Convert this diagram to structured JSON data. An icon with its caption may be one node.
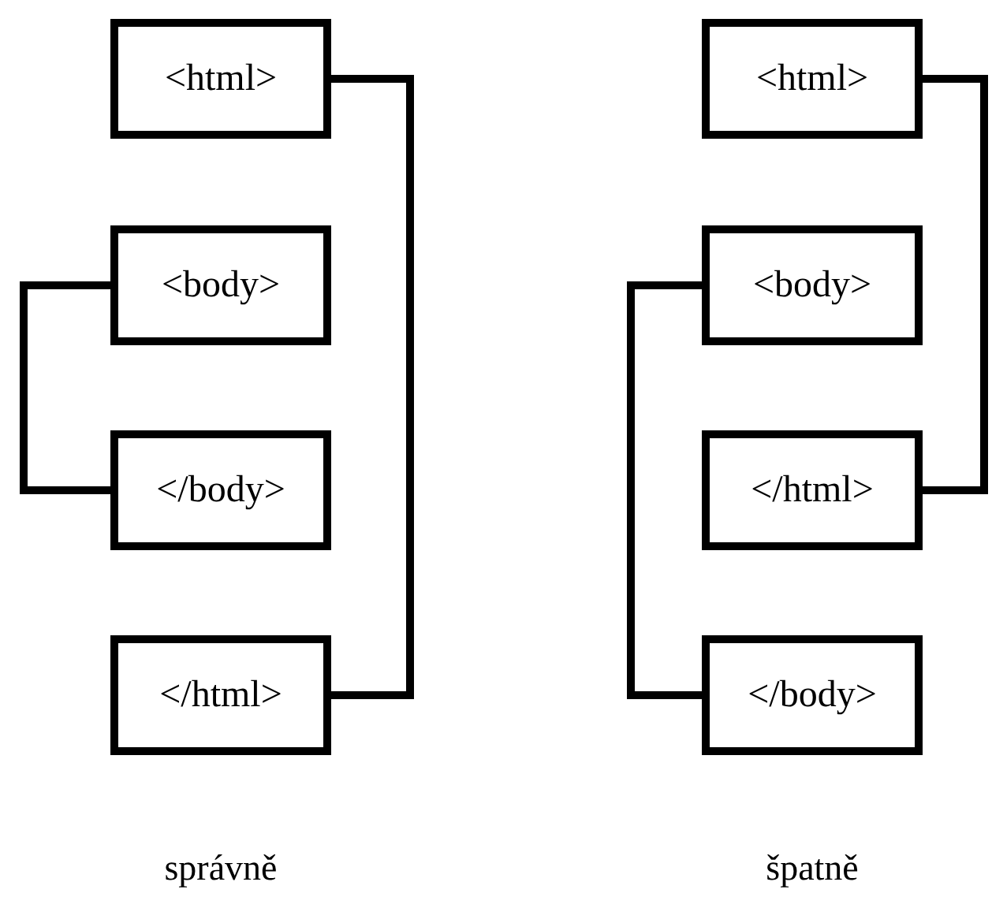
{
  "diagram": {
    "nodes": [
      {
        "text": [
          "<html>"
        ]
      },
      {
        "text": [
          "<body>"
        ]
      },
      {
        "text": [
          "</body>"
        ]
      },
      {
        "text": [
          "</html>"
        ]
      },
      {
        "text": [
          "<html>"
        ]
      },
      {
        "text": [
          "<body>"
        ]
      },
      {
        "text": [
          "</html>"
        ]
      },
      {
        "text": [
          "</body>"
        ]
      }
    ],
    "edges": [
      {
        "from": 0,
        "to": 3,
        "arrow": "none"
      },
      {
        "from": 1,
        "to": 2,
        "arrow": "none"
      },
      {
        "from": 4,
        "to": 6,
        "arrow": "none"
      },
      {
        "from": 5,
        "to": 7,
        "arrow": "none"
      }
    ],
    "labels": [
      "správně",
      "špatně"
    ]
  }
}
